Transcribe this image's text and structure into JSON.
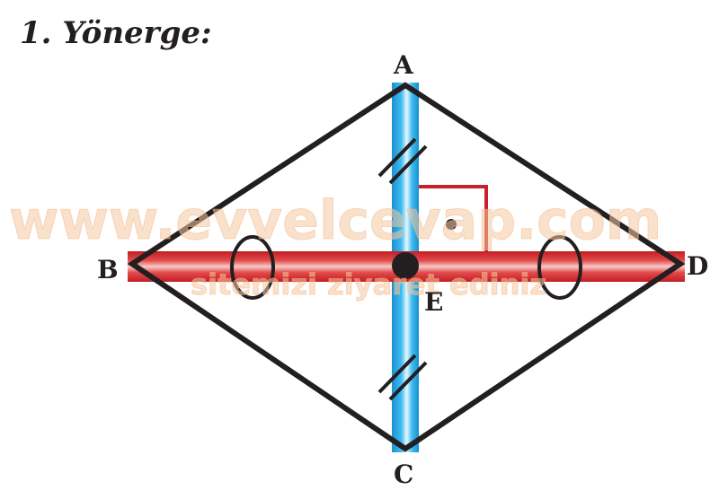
{
  "title": "1. Yönerge:",
  "vertices": {
    "a": "A",
    "b": "B",
    "c": "C",
    "d": "D",
    "e": "E"
  },
  "watermark": {
    "line1": "www.evvelcevap.com",
    "line2": "sitemizi ziyaret ediniz"
  },
  "colors": {
    "outline": "#231f20",
    "vertical_diagonal": "#1fa3dd",
    "horizontal_diagonal": "#d42a2a",
    "right_angle_mark": "#c9202a",
    "watermark": "#f6c8a0"
  }
}
